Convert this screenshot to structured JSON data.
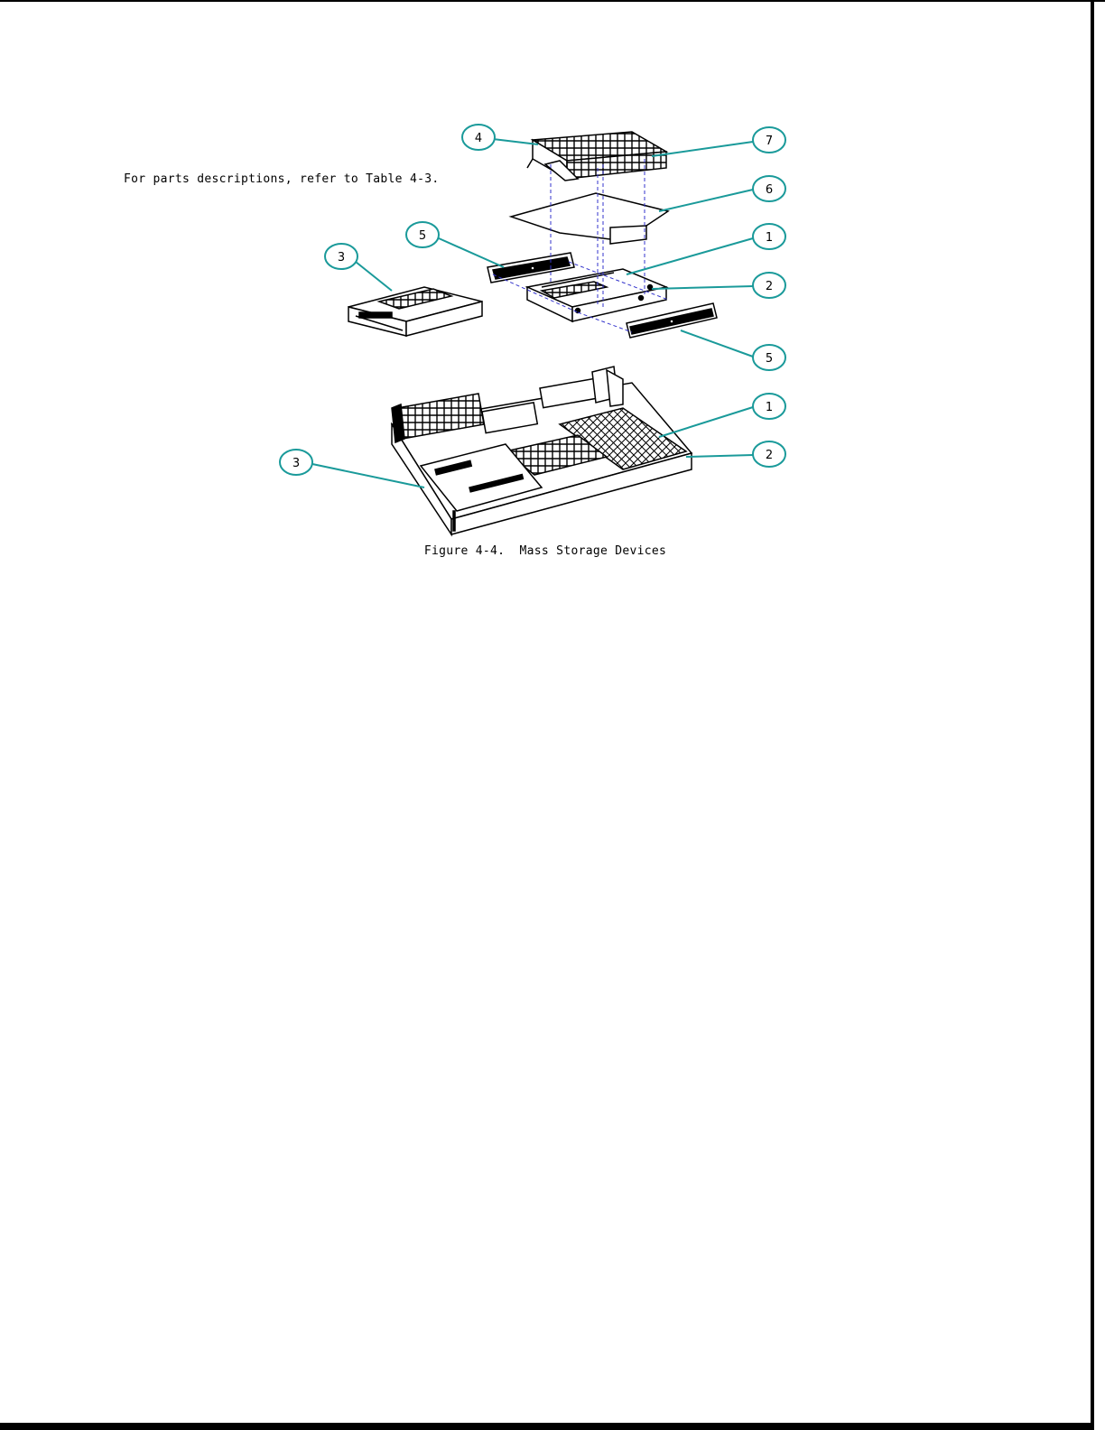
{
  "note": "For parts descriptions, refer to Table 4-3.",
  "caption": "Figure 4-4.  Mass Storage Devices",
  "callouts": [
    "4",
    "7",
    "6",
    "5",
    "1",
    "3",
    "2",
    "5",
    "1",
    "2",
    "3"
  ],
  "colors": {
    "leader": "#1a9a9a",
    "guide": "#3333cc",
    "line": "#000000"
  }
}
